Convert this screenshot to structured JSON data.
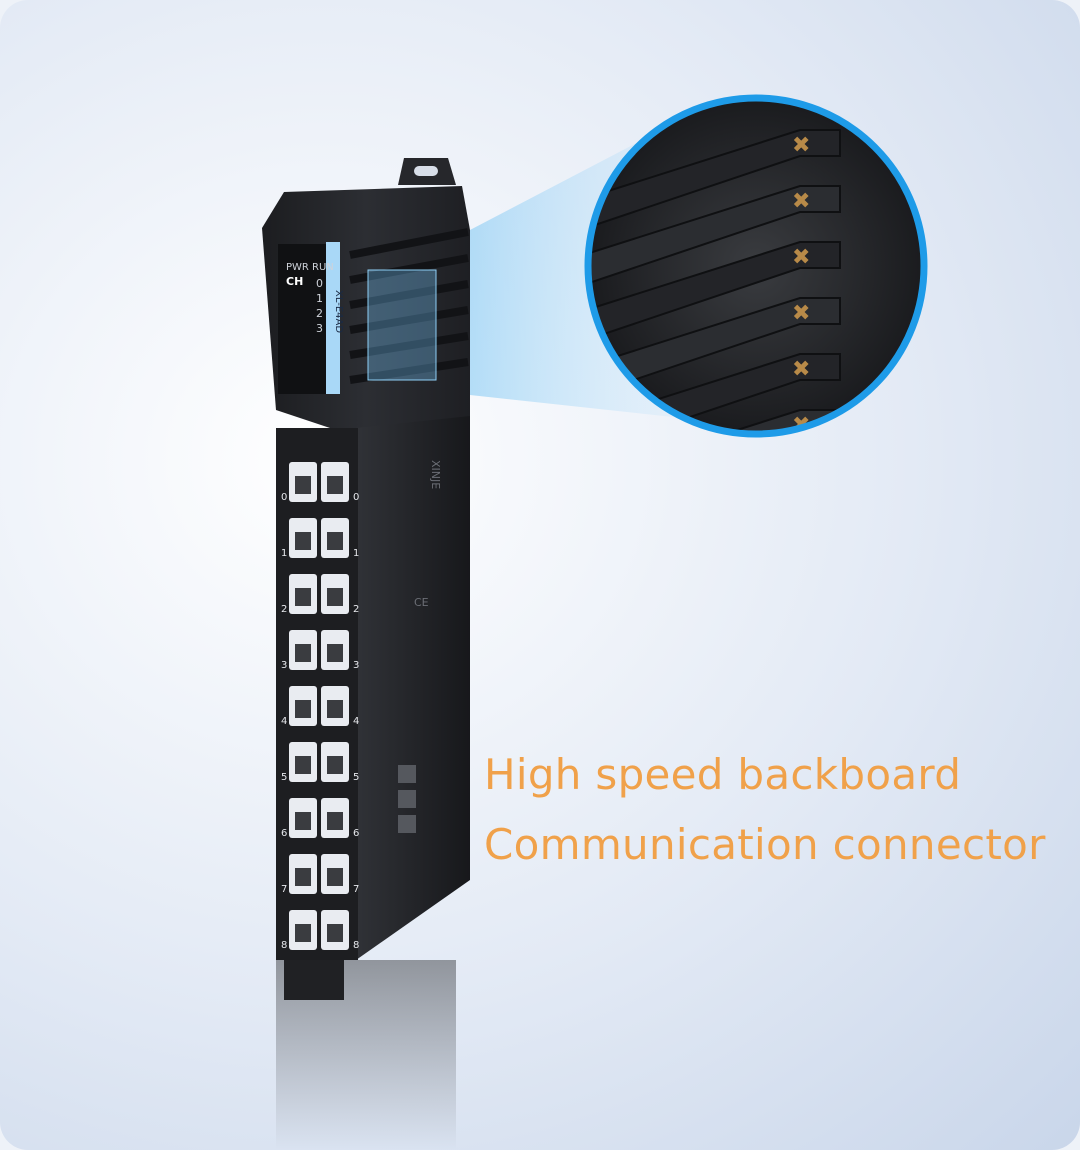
{
  "caption": {
    "line1": "High speed backboard",
    "line2": "Communication connector"
  },
  "module": {
    "brand": "XINJE",
    "model": "XL-E4AD",
    "panel_labels": {
      "pwr": "PWR",
      "run": "RUN",
      "ch": "CH"
    },
    "channels": [
      "0",
      "1",
      "2",
      "3"
    ],
    "terminal_rows": [
      "0",
      "1",
      "2",
      "3",
      "4",
      "5",
      "6",
      "7",
      "8"
    ],
    "mark": "CE"
  },
  "colors": {
    "caption": "#f0a14a",
    "zoom_ring": "#1e9be8",
    "module_body": "#2a2c30"
  }
}
